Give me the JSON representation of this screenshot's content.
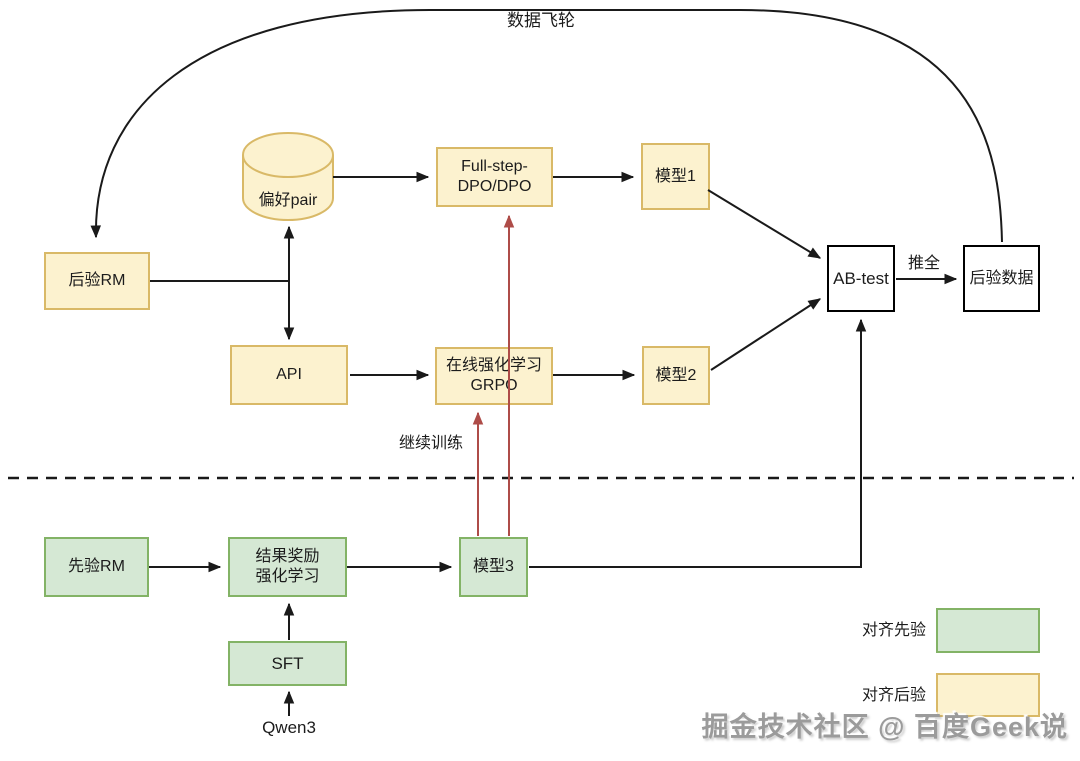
{
  "diagram": {
    "flywheel_label": "数据飞轮",
    "nodes": {
      "houyan_rm": {
        "label": "后验RM",
        "type": "posterior"
      },
      "pref_pair": {
        "label": "偏好pair",
        "type": "posterior-cylinder"
      },
      "api": {
        "label": "API",
        "type": "posterior"
      },
      "full_step_dpo": {
        "line1": "Full-step-",
        "line2": "DPO/DPO",
        "type": "posterior"
      },
      "model1": {
        "label": "模型1",
        "type": "posterior"
      },
      "grpo": {
        "line1": "在线强化学习",
        "line2": "GRPO",
        "type": "posterior"
      },
      "model2": {
        "label": "模型2",
        "type": "posterior"
      },
      "ab_test": {
        "label": "AB-test",
        "type": "plain"
      },
      "houyan_data": {
        "label": "后验数据",
        "type": "plain"
      },
      "xianyan_rm": {
        "label": "先验RM",
        "type": "prior"
      },
      "result_reward_rl": {
        "line1": "结果奖励",
        "line2": "强化学习",
        "type": "prior"
      },
      "model3": {
        "label": "模型3",
        "type": "prior"
      },
      "sft": {
        "label": "SFT",
        "type": "prior"
      },
      "qwen3": {
        "label": "Qwen3"
      }
    },
    "edge_labels": {
      "tuiquan": "推全",
      "continue_training": "继续训练"
    },
    "legend": {
      "prior": {
        "label": "对齐先验",
        "swatch_color": "#D5E8D4"
      },
      "posterior": {
        "label": "对齐后验",
        "swatch_color": "#FCF2CF"
      }
    },
    "watermark": "掘金技术社区 @ 百度Geek说",
    "colors": {
      "yellow_fill": "#FCF2CF",
      "yellow_border": "#D9B967",
      "green_fill": "#D5E8D4",
      "green_border": "#83B366",
      "red_arrow": "#AE4C48",
      "line_black": "#1a1a1a"
    }
  }
}
